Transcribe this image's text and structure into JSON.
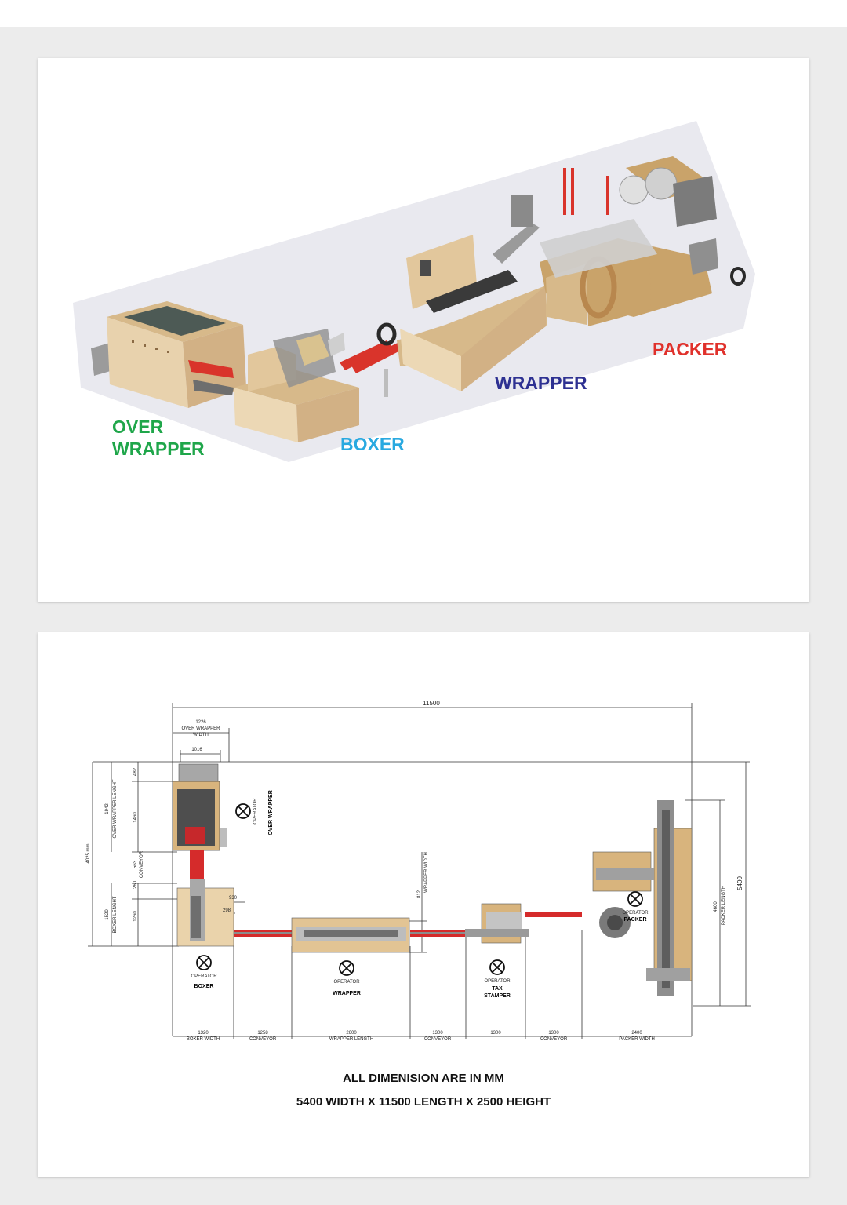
{
  "illustration": {
    "labels": {
      "over_wrapper_line1": "OVER",
      "over_wrapper_line2": "WRAPPER",
      "boxer": "BOXER",
      "wrapper": "WRAPPER",
      "packer": "PACKER"
    },
    "colors": {
      "over_wrapper": "#1fa64a",
      "boxer": "#29a9e0",
      "wrapper": "#2e3192",
      "packer": "#e0312b",
      "machine_body": "#e6cfa4",
      "machine_dark": "#c9a36a",
      "conveyor": "#d9342b"
    }
  },
  "layout_drawing": {
    "overall_length": "11500",
    "overall_width": "5400",
    "left_total": "4025 mm",
    "dims_top": {
      "over_wrapper_width_value": "1226",
      "over_wrapper_width_label1": "OVER WRAPPER",
      "over_wrapper_width_label2": "WIDTH",
      "inner_width": "1016"
    },
    "dims_left": {
      "ow_length_value": "1942",
      "ow_length_label": "OVER WRAPPER LENGHT",
      "v482": "482",
      "v1460": "1460",
      "conveyor_value": "563",
      "conveyor_label": "CONVEYOR",
      "v260": "260",
      "boxer_length_value": "1520",
      "boxer_length_label": "BOXER LENGHT",
      "v1260": "1260"
    },
    "dims_misc": {
      "v930": "930",
      "v298": "298",
      "wrapper_width_value": "812",
      "wrapper_width_label": "WRAPPER WIDTH",
      "packer_length_value": "4600",
      "packer_length_label": "PACKER LENGTH"
    },
    "bottom_dims": [
      {
        "value": "1320",
        "label": "BOXER WIDTH"
      },
      {
        "value": "1258",
        "label": "CONVEYOR"
      },
      {
        "value": "2600",
        "label": "WRAPPER LENGTH"
      },
      {
        "value": "1300",
        "label": "CONVEYOR"
      },
      {
        "value": "1300",
        "label": ""
      },
      {
        "value": "1300",
        "label": "CONVEYOR"
      },
      {
        "value": "2400",
        "label": "PACKER WIDTH"
      }
    ],
    "operator_word": "OPERATOR",
    "stations": {
      "over_wrapper": "OVER WRAPPER",
      "boxer": "BOXER",
      "wrapper": "WRAPPER",
      "tax_line1": "TAX",
      "tax_line2": "STAMPER",
      "packer": "PACKER"
    },
    "notes": {
      "line1": "ALL DIMENISION ARE IN MM",
      "line2": "5400 WIDTH X 11500 LENGTH X 2500 HEIGHT"
    }
  }
}
